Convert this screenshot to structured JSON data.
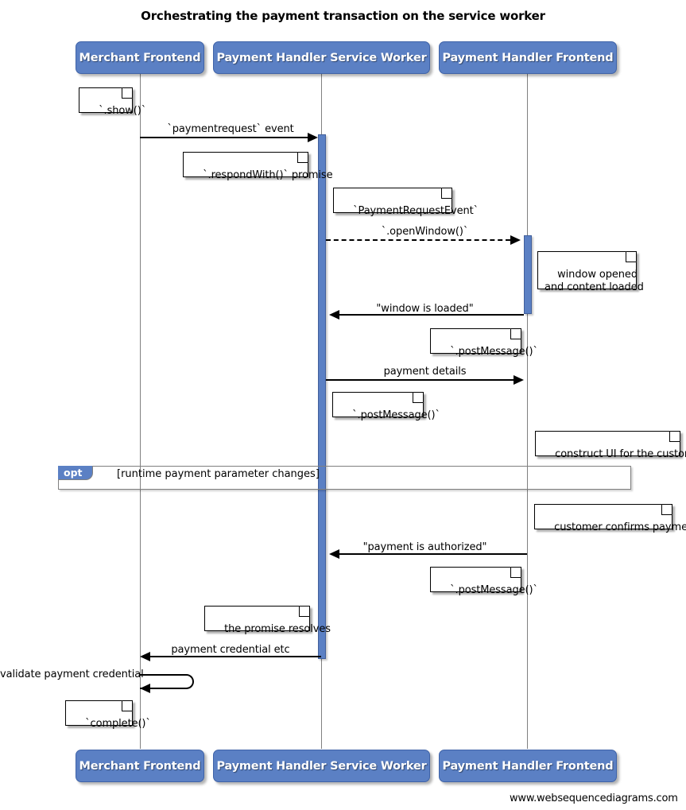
{
  "title": "Orchestrating the payment transaction on the service worker",
  "footer": {
    "credit": "www.websequencediagrams.com"
  },
  "colors": {
    "participant_fill": "#5B80C4",
    "participant_text": "#FFFFFF",
    "activation_fill": "#5B80C4",
    "lifeline": "#808080",
    "note_fill": "#FFFFFF",
    "arrow": "#000000",
    "fragment_tab_fill": "#5B80C4"
  },
  "participants": [
    {
      "id": "merchant-frontend",
      "label": "Merchant Frontend"
    },
    {
      "id": "payment-handler-service-worker",
      "label": "Payment Handler Service Worker"
    },
    {
      "id": "payment-handler-frontend",
      "label": "Payment Handler Frontend"
    }
  ],
  "messages": [
    {
      "id": "paymentrequest-event",
      "label": "`paymentrequest` event",
      "from": "merchant-frontend",
      "to": "payment-handler-service-worker",
      "style": "solid"
    },
    {
      "id": "openwindow",
      "label": "`.openWindow()`",
      "from": "payment-handler-service-worker",
      "to": "payment-handler-frontend",
      "style": "dashed"
    },
    {
      "id": "window-is-loaded",
      "label": "\"window is loaded\"",
      "from": "payment-handler-frontend",
      "to": "payment-handler-service-worker",
      "style": "solid"
    },
    {
      "id": "payment-details",
      "label": "payment details",
      "from": "payment-handler-service-worker",
      "to": "payment-handler-frontend",
      "style": "solid"
    },
    {
      "id": "payment-is-authorized",
      "label": "\"payment is authorized\"",
      "from": "payment-handler-frontend",
      "to": "payment-handler-service-worker",
      "style": "solid"
    },
    {
      "id": "payment-credential-etc",
      "label": "payment credential etc",
      "from": "payment-handler-service-worker",
      "to": "merchant-frontend",
      "style": "solid"
    },
    {
      "id": "validate-payment-credential",
      "label": "validate payment credential",
      "from": "merchant-frontend",
      "to": "merchant-frontend",
      "style": "self"
    }
  ],
  "notes": [
    {
      "id": "note-show",
      "text": "`.show()`"
    },
    {
      "id": "note-respondwith-promise",
      "text": "`.respondWith()` promise"
    },
    {
      "id": "note-paymentrequestevent",
      "text": "`PaymentRequestEvent`"
    },
    {
      "id": "note-window-opened",
      "text": "window opened\nand content loaded"
    },
    {
      "id": "note-postmessage-1",
      "text": "`.postMessage()`"
    },
    {
      "id": "note-postmessage-2",
      "text": "`.postMessage()`"
    },
    {
      "id": "note-construct-ui",
      "text": "construct UI for the customer"
    },
    {
      "id": "note-customer-confirms",
      "text": "customer confirms payment"
    },
    {
      "id": "note-postmessage-3",
      "text": "`.postMessage()`"
    },
    {
      "id": "note-promise-resolves",
      "text": "the promise resolves"
    },
    {
      "id": "note-complete",
      "text": "`complete()`"
    }
  ],
  "fragment": {
    "id": "opt-fragment",
    "operator": "opt",
    "condition": "[runtime payment parameter changes]"
  }
}
